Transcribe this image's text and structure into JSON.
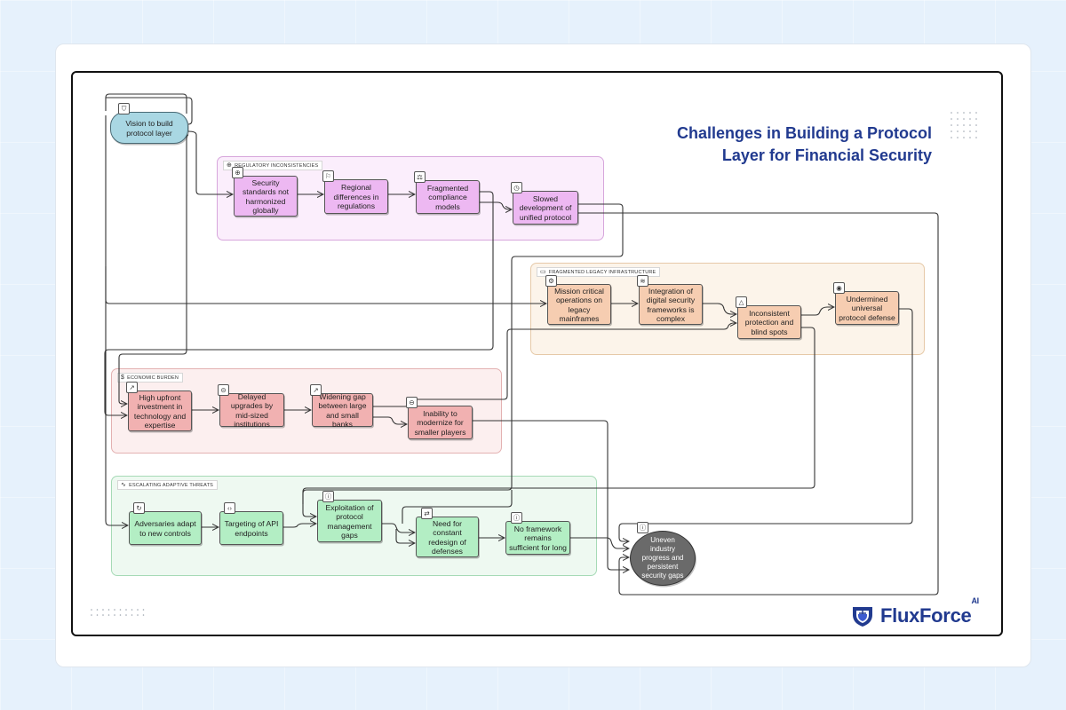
{
  "title": {
    "line1": "Challenges in Building a Protocol",
    "line2": "Layer for Financial Security"
  },
  "brand": {
    "name": "FluxForce",
    "suffix": "AI",
    "color": "#213a8f"
  },
  "start_node": {
    "label": "Vision to build protocol layer",
    "icon": "shield-icon"
  },
  "end_node": {
    "label": "Uneven industry progress and persistent security gaps",
    "icon": "info-icon"
  },
  "groups": [
    {
      "id": "regulatory",
      "label": "REGULATORY INCONSISTENCIES",
      "icon": "globe-icon",
      "color": "#edb8f2",
      "nodes": [
        {
          "label": "Security standards not harmonized globally",
          "icon": "globe-icon"
        },
        {
          "label": "Regional differences in regulations",
          "icon": "flag-icon"
        },
        {
          "label": "Fragmented compliance models",
          "icon": "scale-icon"
        },
        {
          "label": "Slowed development of unified protocol",
          "icon": "clock-icon"
        }
      ]
    },
    {
      "id": "legacy",
      "label": "FRAGMENTED LEGACY INFRASTRUCTURE",
      "icon": "server-icon",
      "color": "#f6cdb1",
      "nodes": [
        {
          "label": "Mission critical operations on legacy mainframes",
          "icon": "cpu-icon"
        },
        {
          "label": "Integration of digital security frameworks is complex",
          "icon": "layers-icon"
        },
        {
          "label": "Inconsistent protection and blind spots",
          "icon": "warning-icon"
        },
        {
          "label": "Undermined universal protocol defense",
          "icon": "target-icon"
        }
      ]
    },
    {
      "id": "economic",
      "label": "ECONOMIC BURDEN",
      "icon": "dollar-icon",
      "color": "#f1b1b1",
      "nodes": [
        {
          "label": "High upfront investment in technology and expertise",
          "icon": "trending-up-icon"
        },
        {
          "label": "Delayed upgrades by mid-sized institutions",
          "icon": "pause-icon"
        },
        {
          "label": "Widening gap between large and small banks",
          "icon": "arrow-up-right-icon"
        },
        {
          "label": "Inability to modernize for smaller players",
          "icon": "minus-circle-icon"
        }
      ]
    },
    {
      "id": "threats",
      "label": "ESCALATING ADAPTIVE THREATS",
      "icon": "activity-icon",
      "color": "#b3eec4",
      "nodes": [
        {
          "label": "Adversaries adapt to new controls",
          "icon": "refresh-icon"
        },
        {
          "label": "Targeting of API endpoints",
          "icon": "code-icon"
        },
        {
          "label": "Exploitation of protocol management gaps",
          "icon": "alert-circle-icon"
        },
        {
          "label": "Need for constant redesign of defenses",
          "icon": "repeat-icon"
        },
        {
          "label": "No framework remains sufficient for long",
          "icon": "alert-circle-icon"
        }
      ]
    }
  ]
}
